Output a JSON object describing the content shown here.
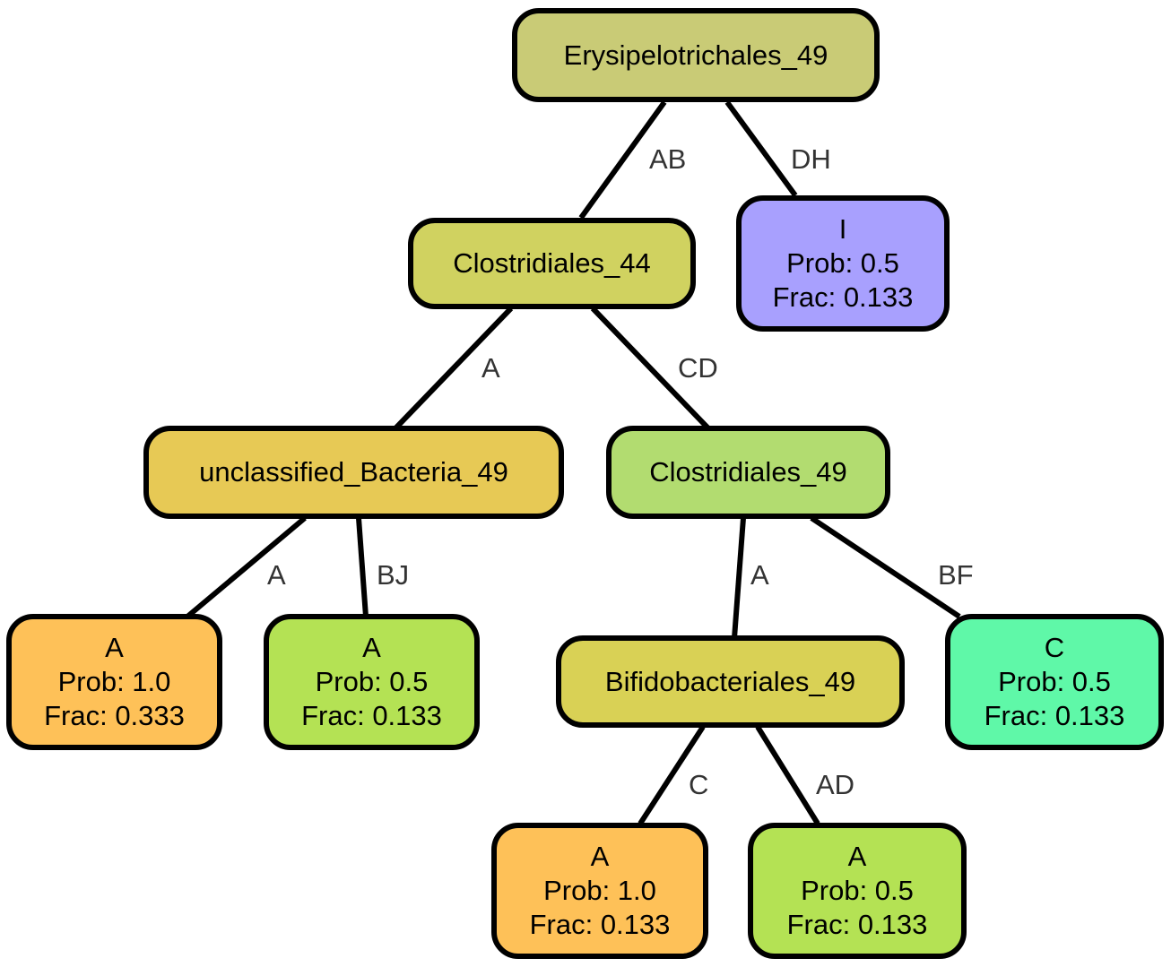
{
  "colors": {
    "edge": "#000000",
    "edge_label": "#333333",
    "node_border": "#000000"
  },
  "nodes": {
    "root": {
      "label": "Erysipelotrichales_49",
      "color": "#c9cb76"
    },
    "clos44": {
      "label": "Clostridiales_44",
      "color": "#d0d260"
    },
    "leafI": {
      "label": "I",
      "prob": "Prob: 0.5",
      "frac": "Frac: 0.133",
      "color": "#a8a0fe"
    },
    "uncl": {
      "label": "unclassified_Bacteria_49",
      "color": "#e7c955"
    },
    "clos49": {
      "label": "Clostridiales_49",
      "color": "#b2dc70"
    },
    "leafA1": {
      "label": "A",
      "prob": "Prob: 1.0",
      "frac": "Frac: 0.333",
      "color": "#fec158"
    },
    "leafA2": {
      "label": "A",
      "prob": "Prob: 0.5",
      "frac": "Frac: 0.133",
      "color": "#b4e254"
    },
    "bifido": {
      "label": "Bifidobacteriales_49",
      "color": "#d9d155"
    },
    "leafC": {
      "label": "C",
      "prob": "Prob: 0.5",
      "frac": "Frac: 0.133",
      "color": "#5ff8a8"
    },
    "leafA3": {
      "label": "A",
      "prob": "Prob: 1.0",
      "frac": "Frac: 0.133",
      "color": "#fec158"
    },
    "leafA4": {
      "label": "A",
      "prob": "Prob: 0.5",
      "frac": "Frac: 0.133",
      "color": "#b4e254"
    }
  },
  "edges": {
    "root_clos44": "AB",
    "root_leafI": "DH",
    "clos44_uncl": "A",
    "clos44_clos49": "CD",
    "uncl_leafA1": "A",
    "uncl_leafA2": "BJ",
    "clos49_bifido": "A",
    "clos49_leafC": "BF",
    "bifido_leafA3": "C",
    "bifido_leafA4": "AD"
  }
}
